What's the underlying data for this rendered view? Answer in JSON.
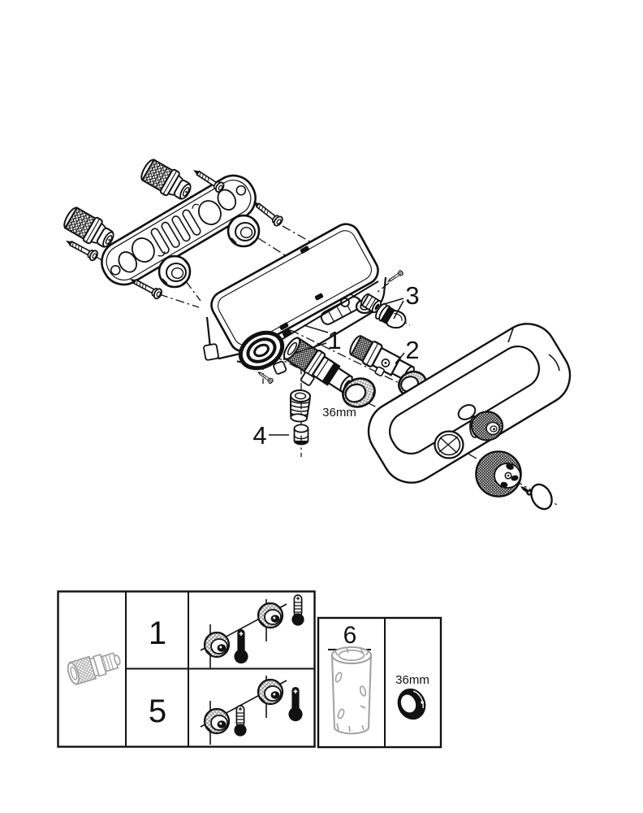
{
  "figure": {
    "kind": "exploded-parts-diagram",
    "background": "#ffffff",
    "ink_color": "#111111",
    "grey_part_color": "#9f9f9f"
  },
  "exploded_view": {
    "callout_1": "1",
    "callout_2": "2",
    "callout_3": "3",
    "callout_4": "4",
    "ring_nut_size_label": "36mm"
  },
  "legend_table": {
    "row_1_number": "1",
    "row_2_number": "5",
    "tool_number": "6",
    "ring_nut_size_label": "36mm",
    "icons": {
      "row_1": [
        "filled-thermometer-icon",
        "scale-thermometer-icon"
      ],
      "row_2": [
        "scale-thermometer-icon",
        "filled-thermometer-icon"
      ]
    }
  }
}
